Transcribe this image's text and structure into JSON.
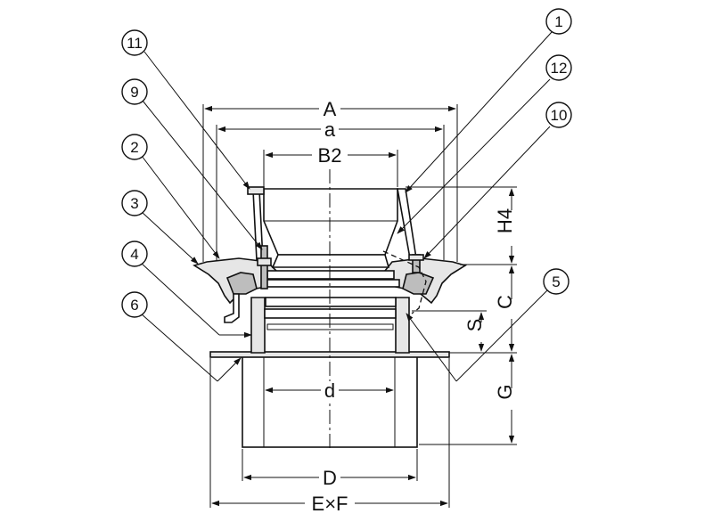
{
  "dimensions": {
    "A": "A",
    "a": "a",
    "B2": "B2",
    "d": "d",
    "D": "D",
    "ExF": "E×F",
    "H4": "H4",
    "C": "C",
    "S": "S",
    "G": "G"
  },
  "callouts": {
    "c1": "1",
    "c2": "2",
    "c3": "3",
    "c4": "4",
    "c5": "5",
    "c6": "6",
    "c9": "9",
    "c10": "10",
    "c11": "11",
    "c12": "12"
  }
}
